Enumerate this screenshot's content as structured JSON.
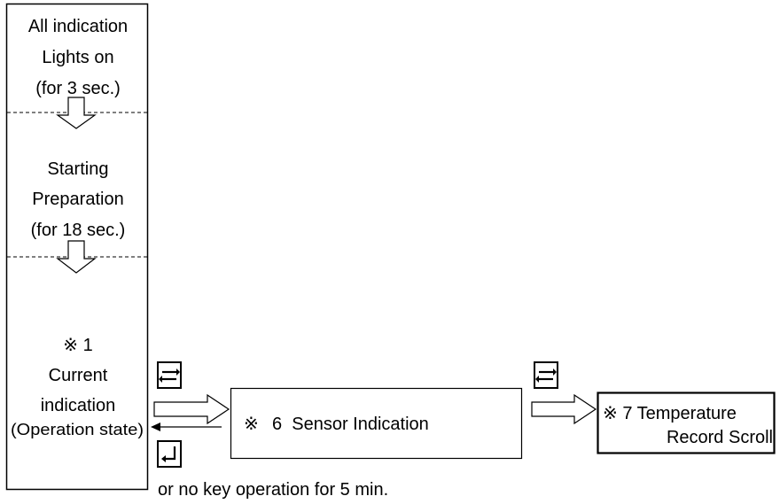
{
  "left_column": {
    "stage1": {
      "line1": "All indication",
      "line2": "Lights on",
      "line3": "(for 3 sec.)"
    },
    "stage2": {
      "line1": "Starting",
      "line2": "Preparation",
      "line3": "(for 18 sec.)"
    },
    "stage3": {
      "note_line": "※ 1",
      "line1": "Current",
      "line2": "indication",
      "line3": "(Operation state)"
    }
  },
  "sensor_box": {
    "mark": "※",
    "label": "6  Sensor Indication"
  },
  "temperature_box": {
    "line1": "※ 7 Temperature",
    "line2": "Record Scroll"
  },
  "footer_note": "or no key operation for 5 min."
}
